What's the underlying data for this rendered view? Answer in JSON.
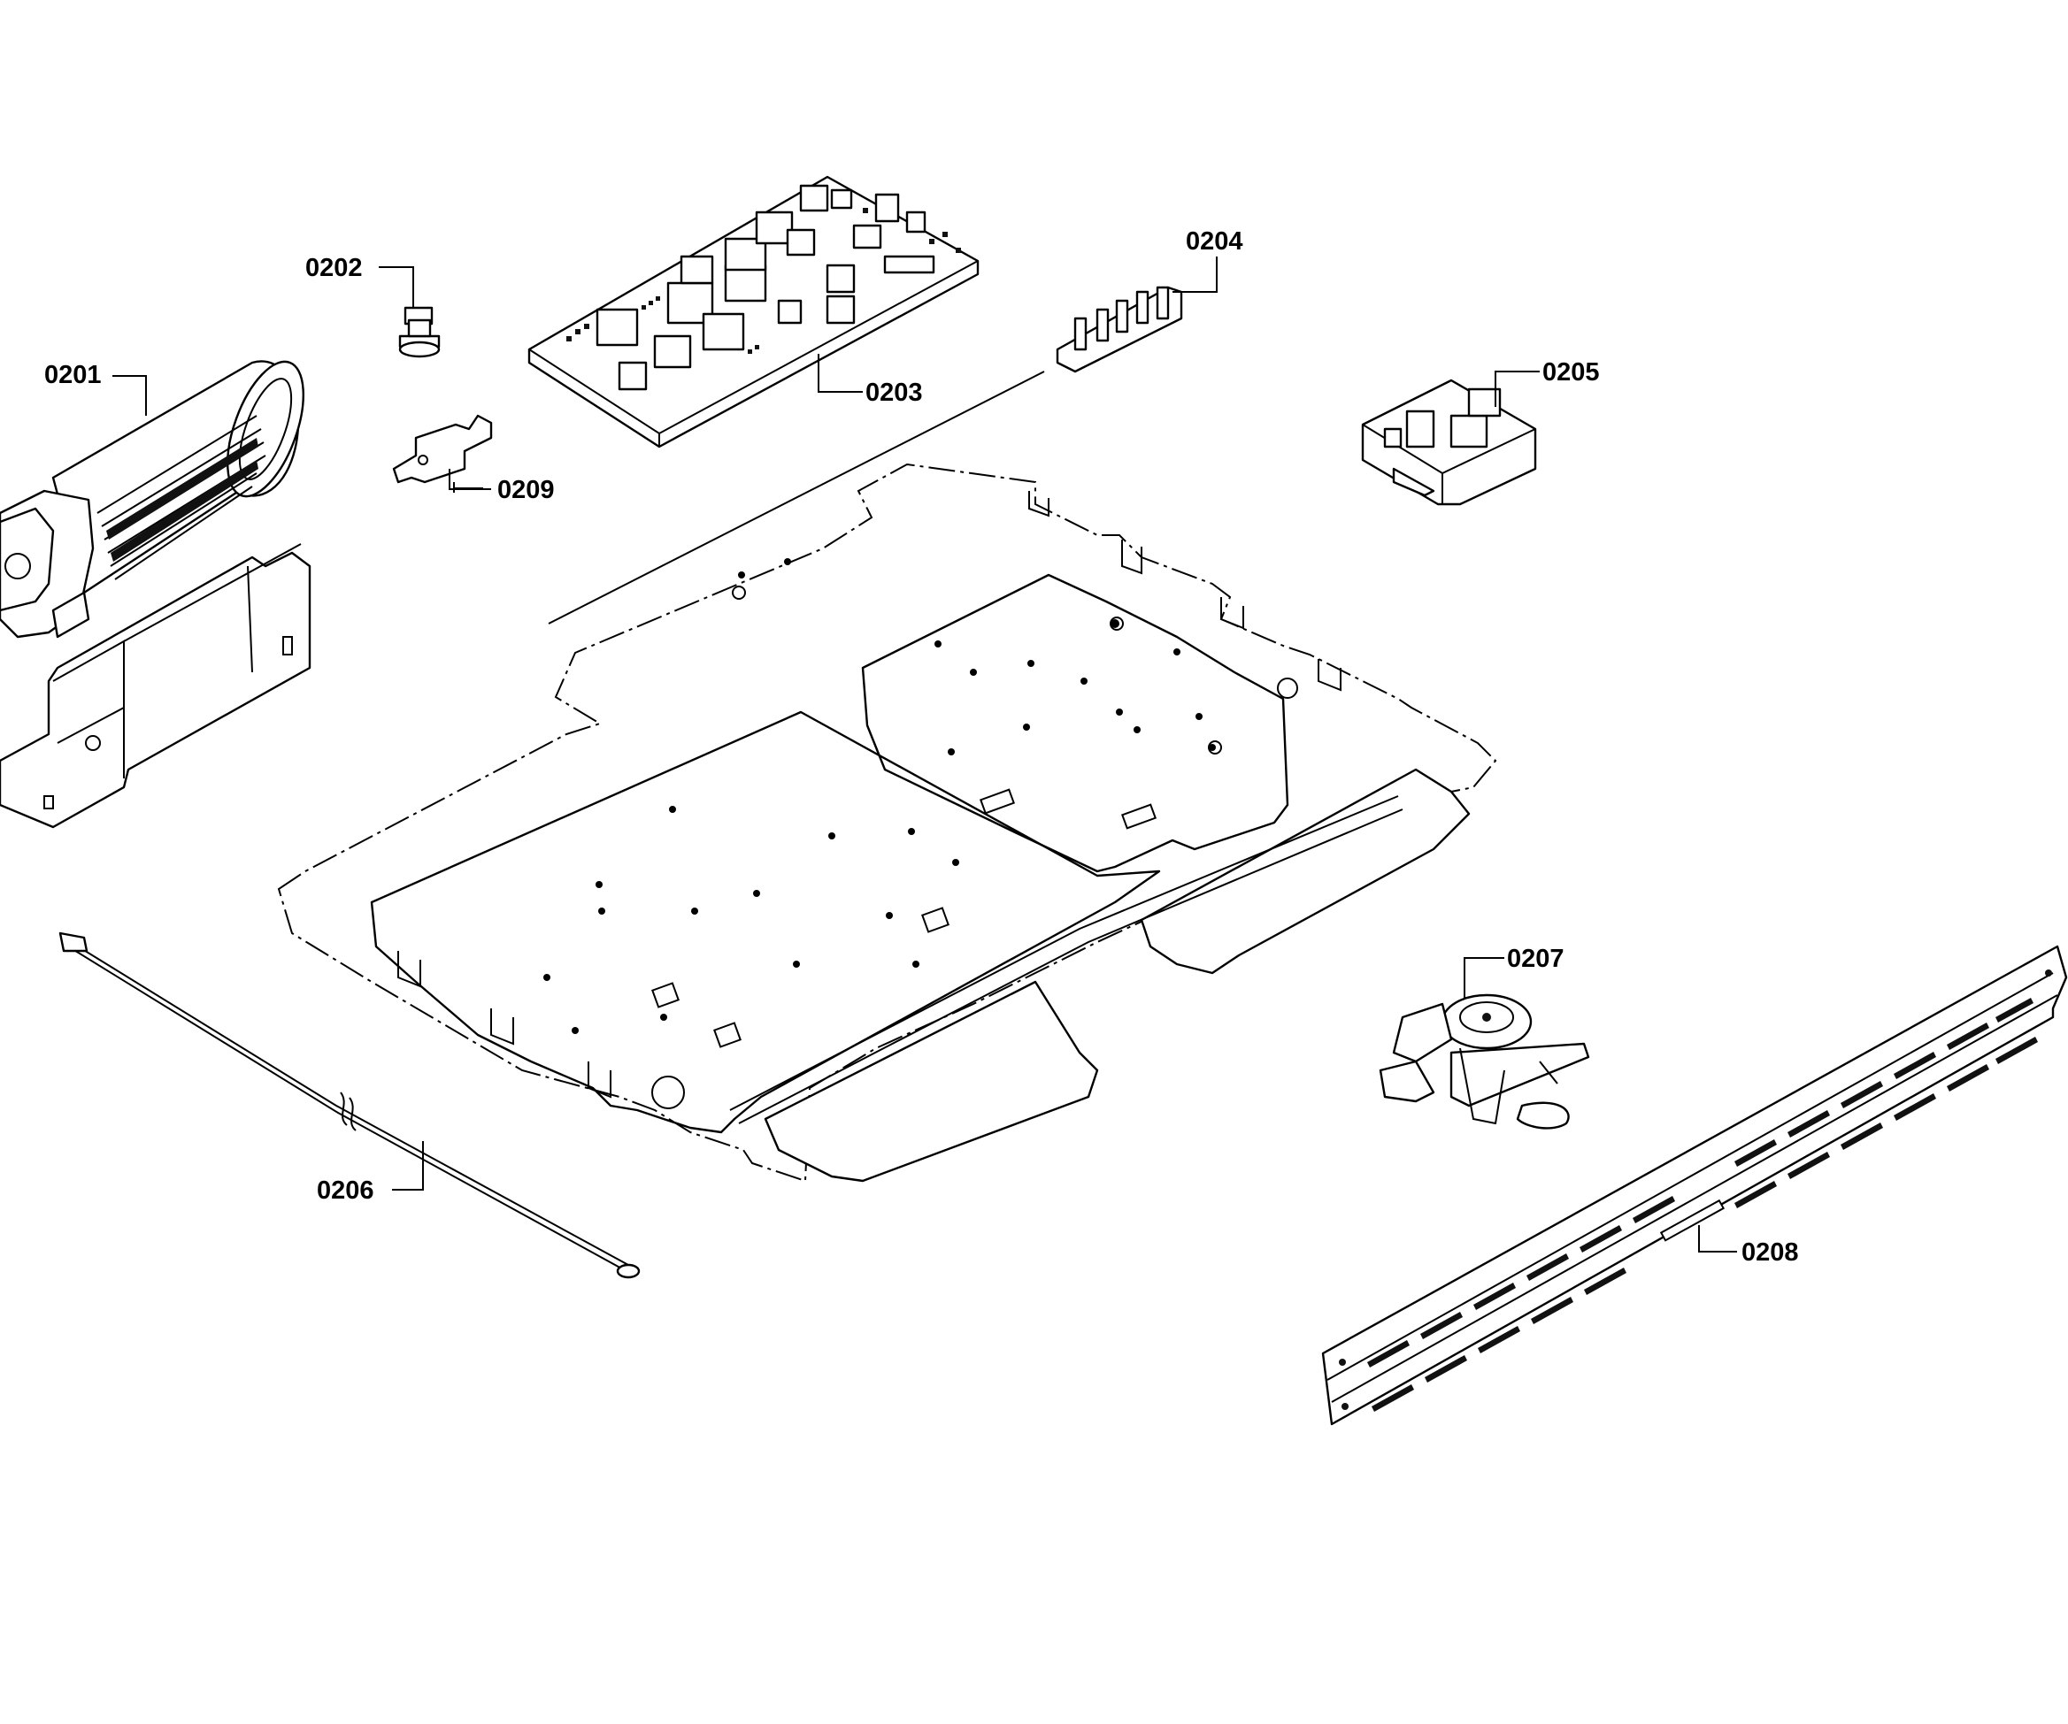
{
  "parts": [
    {
      "id": "fan",
      "label": "0201"
    },
    {
      "id": "thermostat",
      "label": "0202"
    },
    {
      "id": "control-board",
      "label": "0203"
    },
    {
      "id": "connector-strip",
      "label": "0204"
    },
    {
      "id": "terminal-block",
      "label": "0205"
    },
    {
      "id": "wire-harness",
      "label": "0206"
    },
    {
      "id": "door-lock-motor",
      "label": "0207"
    },
    {
      "id": "vent-rail",
      "label": "0208"
    },
    {
      "id": "bracket",
      "label": "0209"
    }
  ]
}
